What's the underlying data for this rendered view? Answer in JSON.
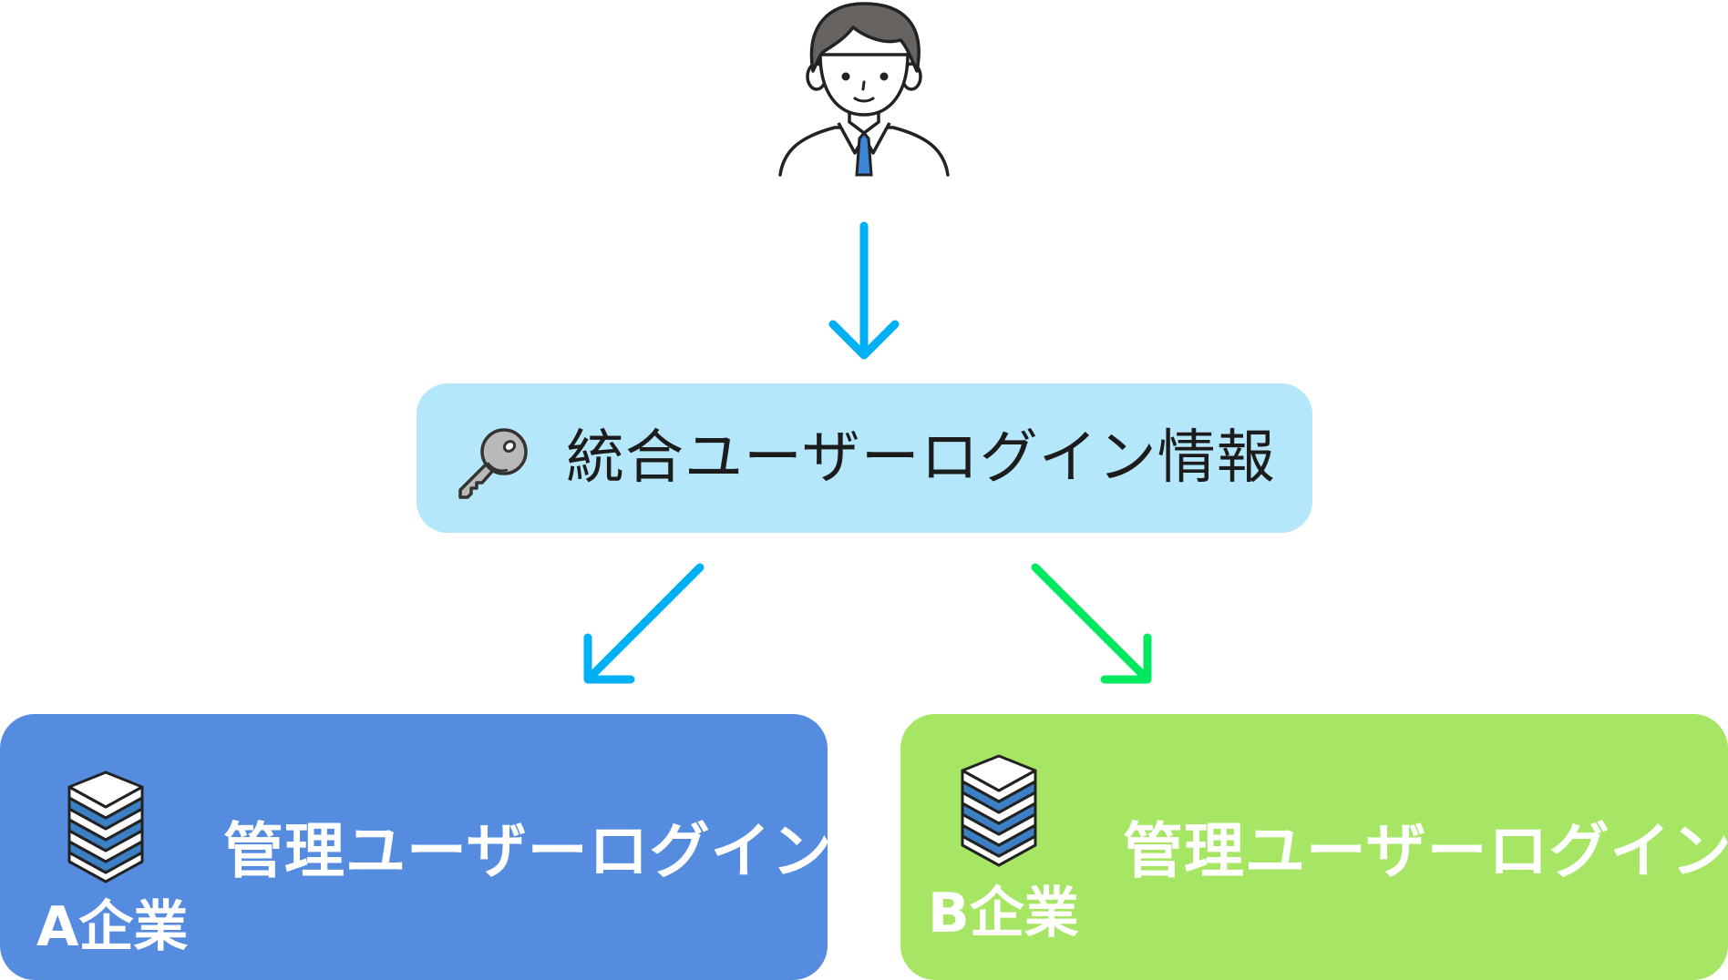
{
  "hub": {
    "label": "統合ユーザーログイン情報",
    "color": "#b5e7fb",
    "icon": "key-icon"
  },
  "companies": [
    {
      "company": "A企業",
      "title": "管理ユーザーログイン",
      "color": "#568cdf",
      "icon": "server-stack-icon"
    },
    {
      "company": "B企業",
      "title": "管理ユーザーログイン",
      "color": "#a6e664",
      "icon": "server-stack-icon"
    }
  ],
  "user": {
    "icon": "user-avatar-icon"
  },
  "arrows": {
    "user_to_hub_color": "#00b0f5",
    "hub_to_a_color": "#00b0f5",
    "hub_to_b_color": "#00e860"
  }
}
